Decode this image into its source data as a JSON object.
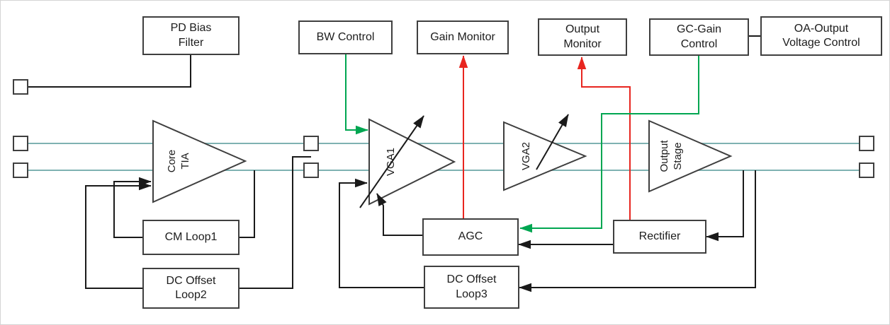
{
  "colors": {
    "signal_line": "#7fb2b2",
    "connection_line": "#1a1a1a",
    "monitor_line": "#e8251f",
    "control_line": "#00a651",
    "shape_border": "#3f3f3f"
  },
  "boxes": {
    "pd_bias": [
      "PD Bias",
      "Filter"
    ],
    "bw_control": [
      "BW Control"
    ],
    "gain_monitor": [
      "Gain Monitor"
    ],
    "output_monitor": [
      "Output",
      "Monitor"
    ],
    "gc_gain": [
      "GC-Gain",
      "Control"
    ],
    "oa_output": [
      "OA-Output",
      "Voltage Control"
    ],
    "cm_loop1": [
      "CM Loop1"
    ],
    "dc_offset_loop2": [
      "DC Offset",
      "Loop2"
    ],
    "agc": [
      "AGC"
    ],
    "dc_offset_loop3": [
      "DC Offset",
      "Loop3"
    ],
    "rectifier": [
      "Rectifier"
    ]
  },
  "amplifiers": {
    "core_tia": [
      "Core",
      "TIA"
    ],
    "vga1": [
      "VGA1"
    ],
    "vga2": [
      "VGA2"
    ],
    "output_stage": [
      "Output",
      "Stage"
    ]
  }
}
